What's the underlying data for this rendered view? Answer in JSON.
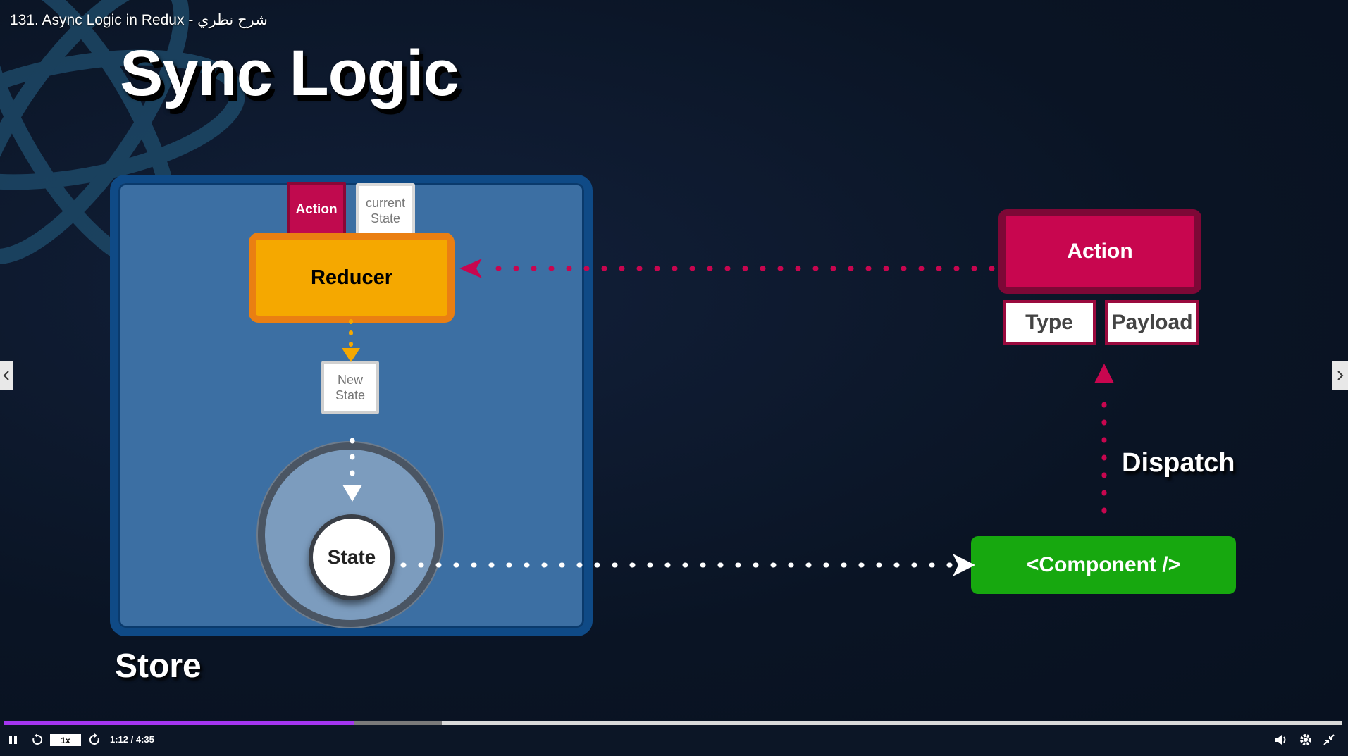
{
  "player": {
    "lecture_title": "131. Async Logic in Redux - شرح نظري",
    "speed": "1x",
    "time": "1:12 / 4:35",
    "progress_fraction": 0.262,
    "buffered_fraction": 0.327,
    "accent_color": "#a435f0"
  },
  "slide": {
    "title": "Sync Logic",
    "store_label": "Store",
    "action_small": "Action",
    "current_state": "current State",
    "reducer": "Reducer",
    "new_state": "New State",
    "state": "State",
    "action_big": "Action",
    "type": "Type",
    "payload": "Payload",
    "dispatch": "Dispatch",
    "component": "<Component />",
    "colors": {
      "store": "#3c6fa3",
      "action": "#c8064f",
      "reducer": "#f5a800",
      "component": "#17a80f"
    }
  },
  "icons": {
    "pause": "pause-icon",
    "rewind": "rewind-icon",
    "forward": "forward-icon",
    "volume": "volume-icon",
    "settings": "gear-icon",
    "fullscreen": "exit-fullscreen-icon",
    "prev": "chevron-left-icon",
    "next": "chevron-right-icon"
  }
}
